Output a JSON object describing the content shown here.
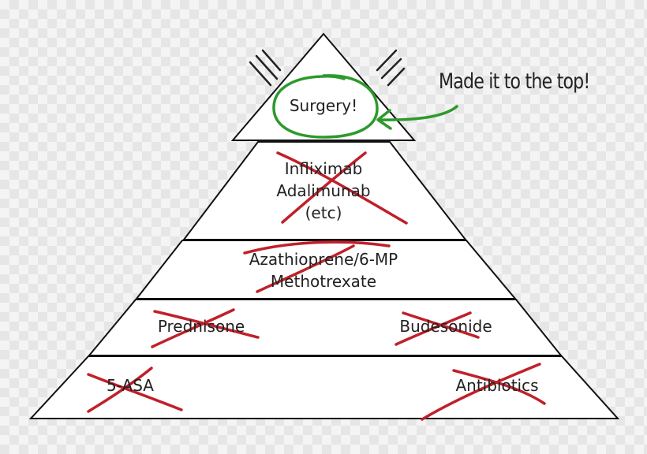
{
  "apex": {
    "label": "Surgery!"
  },
  "tiers": [
    {
      "lines": [
        "Infliximab",
        "Adalimunab",
        "(etc)"
      ]
    },
    {
      "lines": [
        "Azathioprene/6-MP",
        "Methotrexate"
      ]
    },
    {
      "left": "Prednisone",
      "right": "Budesonide"
    },
    {
      "left": "5-ASA",
      "right": "Antibiotics"
    }
  ],
  "annotation": {
    "text": "Made it to the top!"
  },
  "colors": {
    "outline": "#111111",
    "fill": "#ffffff",
    "strike": "#c0202a",
    "highlight": "#2c9a2c"
  }
}
